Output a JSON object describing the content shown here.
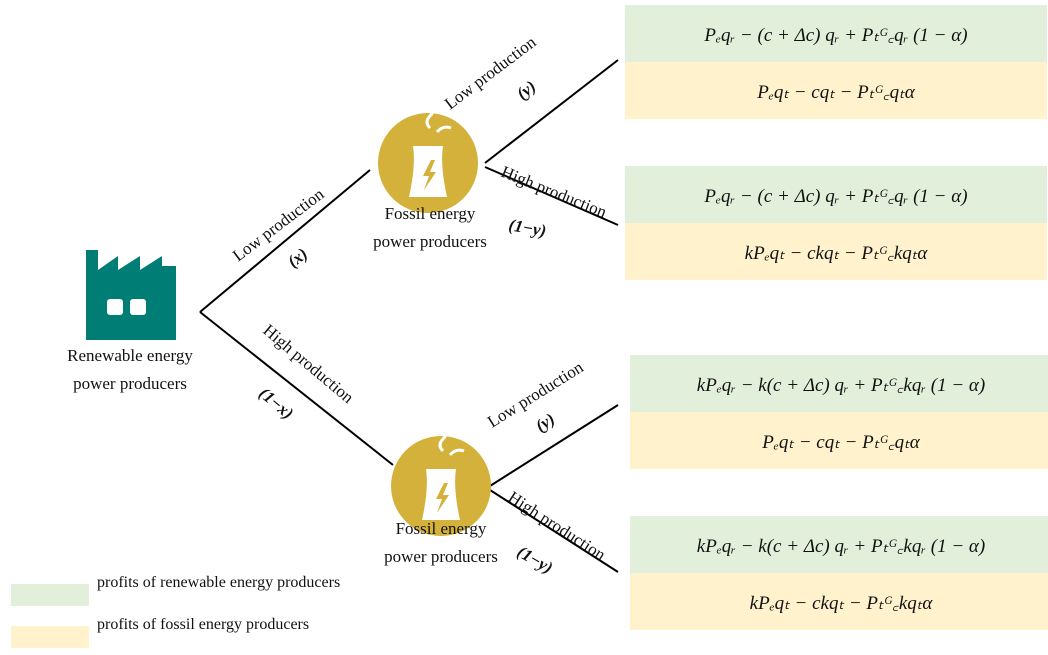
{
  "colors": {
    "teal": "#007e76",
    "gold": "#d4b13a",
    "green": "#e2efda",
    "yellow": "#fff2cc",
    "line": "#000000"
  },
  "root": {
    "line1": "Renewable energy",
    "line2": "power producers",
    "icon": "factory-icon"
  },
  "node_top": {
    "line1": "Fossil energy",
    "line2": "power producers",
    "icon": "power-plant-icon"
  },
  "node_bottom": {
    "line1": "Fossil energy",
    "line2": "power producers",
    "icon": "power-plant-icon"
  },
  "branches": {
    "root_low": {
      "label": "Low production",
      "prob": "(x)"
    },
    "root_high": {
      "label": "High production",
      "prob": "(1−x)"
    },
    "top_low": {
      "label": "Low production",
      "prob": "(y)"
    },
    "top_high": {
      "label": "High production",
      "prob": "(1−y)"
    },
    "bottom_low": {
      "label": "Low production",
      "prob": "(y)"
    },
    "bottom_high": {
      "label": "High production",
      "prob": "(1−y)"
    }
  },
  "payoffs": [
    {
      "renewable": "Pₑqᵣ − (c + Δc) qᵣ + Pₜᴳ꜀qᵣ (1 − α)",
      "fossil": "Pₑqₜ − cqₜ − Pₜᴳ꜀qₜα"
    },
    {
      "renewable": "Pₑqᵣ − (c + Δc) qᵣ + Pₜᴳ꜀qᵣ (1 − α)",
      "fossil": "kPₑqₜ − ckqₜ − Pₜᴳ꜀kqₜα"
    },
    {
      "renewable": "kPₑqᵣ − k(c + Δc) qᵣ + Pₜᴳ꜀kqᵣ (1 − α)",
      "fossil": "Pₑqₜ − cqₜ − Pₜᴳ꜀qₜα"
    },
    {
      "renewable": "kPₑqᵣ − k(c + Δc) qᵣ + Pₜᴳ꜀kqᵣ (1 − α)",
      "fossil": "kPₑqₜ − ckqₜ − Pₜᴳ꜀kqₜα"
    }
  ],
  "legend": {
    "renewable": "profits of renewable energy producers",
    "fossil": "profits of fossil energy producers"
  }
}
